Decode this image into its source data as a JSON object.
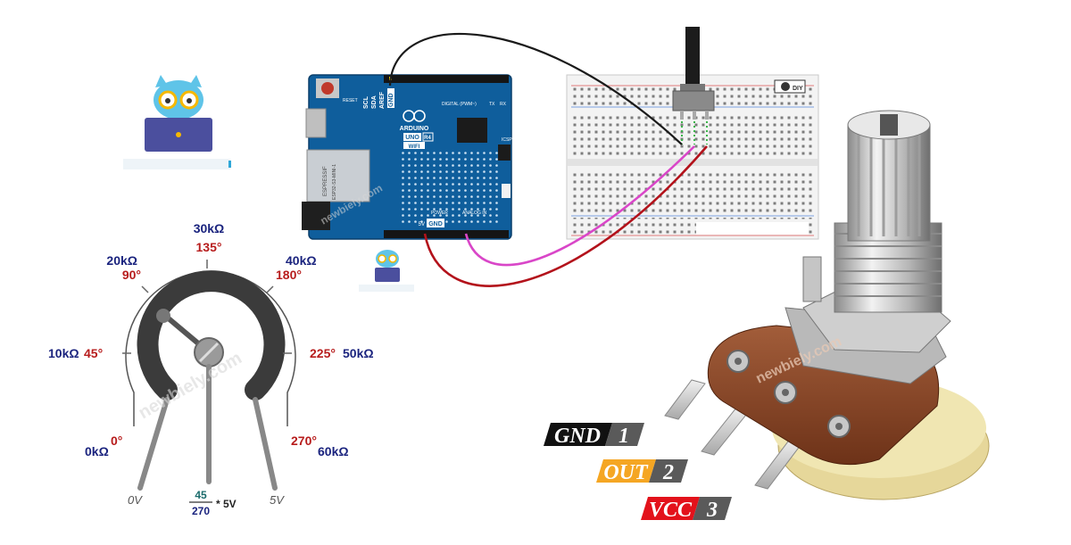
{
  "dial": {
    "angle_labels": {
      "a0": "0°",
      "a45": "45°",
      "a90": "90°",
      "a135": "135°",
      "a180": "180°",
      "a225": "225°",
      "a270": "270°"
    },
    "resistance_labels": {
      "r0": "0kΩ",
      "r10": "10kΩ",
      "r20": "20kΩ",
      "r30": "30kΩ",
      "r40": "40kΩ",
      "r50": "50kΩ",
      "r60": "60kΩ"
    },
    "voltage_labels": {
      "left": "0V",
      "right": "5V"
    },
    "formula": {
      "numerator": "45",
      "denominator": "270",
      "suffix": "* 5V"
    }
  },
  "arduino": {
    "brand": "ARDUINO",
    "model": "UNO",
    "model_badge": "R4",
    "wifi": "WIFI",
    "module_brand": "ESPRESSIF",
    "module_name": "ESP32-S3-MINI-1",
    "reset": "RESET",
    "digital_header": "DIGITAL (PWM~)",
    "analog_header": "ANALOG IN",
    "power_header": "POWER",
    "gnd_pin": "GND",
    "v5_pin": "5V",
    "gnd_top": "GND",
    "scl": "SCL",
    "sda": "SDA",
    "aref": "AREF",
    "rx": "RX",
    "tx": "TX",
    "icsp": "ICSP"
  },
  "breadboard": {
    "logo": "DIY"
  },
  "pinout": [
    {
      "name": "GND",
      "number": "1",
      "color": "#111111"
    },
    {
      "name": "OUT",
      "number": "2",
      "color": "#f5a623"
    },
    {
      "name": "VCC",
      "number": "3",
      "color": "#e3121b"
    }
  ],
  "watermark": "newbiely.com",
  "colors": {
    "wire_gnd": "#1a1a1a",
    "wire_out": "#d946c8",
    "wire_vcc": "#b3121b",
    "board": "#0f5e9c",
    "pin_number_bg": "#5a5a5a"
  }
}
